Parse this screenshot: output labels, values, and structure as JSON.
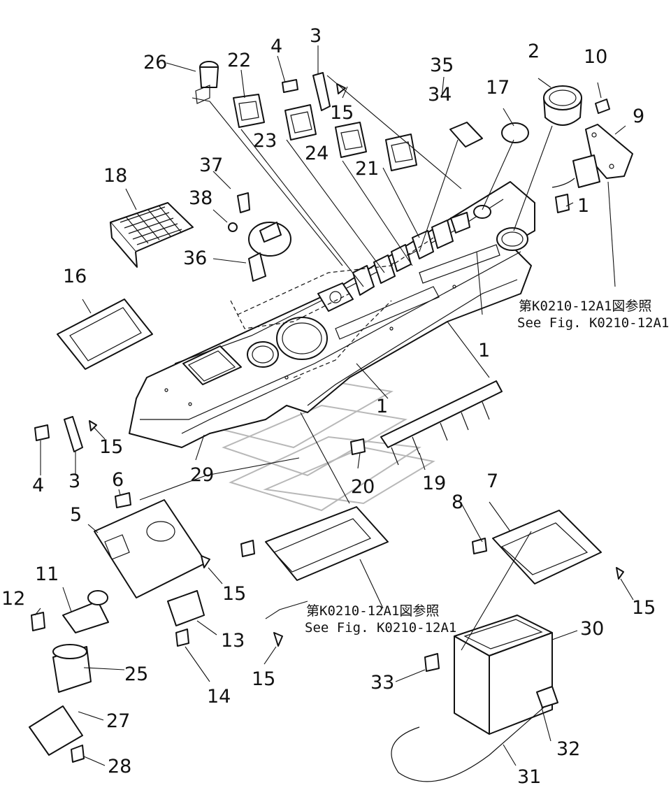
{
  "diagram": {
    "part_labels": [
      "1",
      "1",
      "1",
      "1",
      "2",
      "3",
      "3",
      "4",
      "4",
      "5",
      "6",
      "7",
      "8",
      "9",
      "10",
      "11",
      "12",
      "13",
      "14",
      "15",
      "15",
      "15",
      "15",
      "15",
      "15",
      "16",
      "17",
      "18",
      "19",
      "20",
      "21",
      "22",
      "23",
      "24",
      "25",
      "26",
      "27",
      "28",
      "29",
      "30",
      "31",
      "32",
      "33",
      "34",
      "35",
      "36",
      "37",
      "38"
    ],
    "references": [
      {
        "jp": "第K0210-12A1図参照",
        "en": "See Fig. K0210-12A1"
      },
      {
        "jp": "第K0210-12A1図参照",
        "en": "See Fig. K0210-12A1"
      }
    ]
  }
}
